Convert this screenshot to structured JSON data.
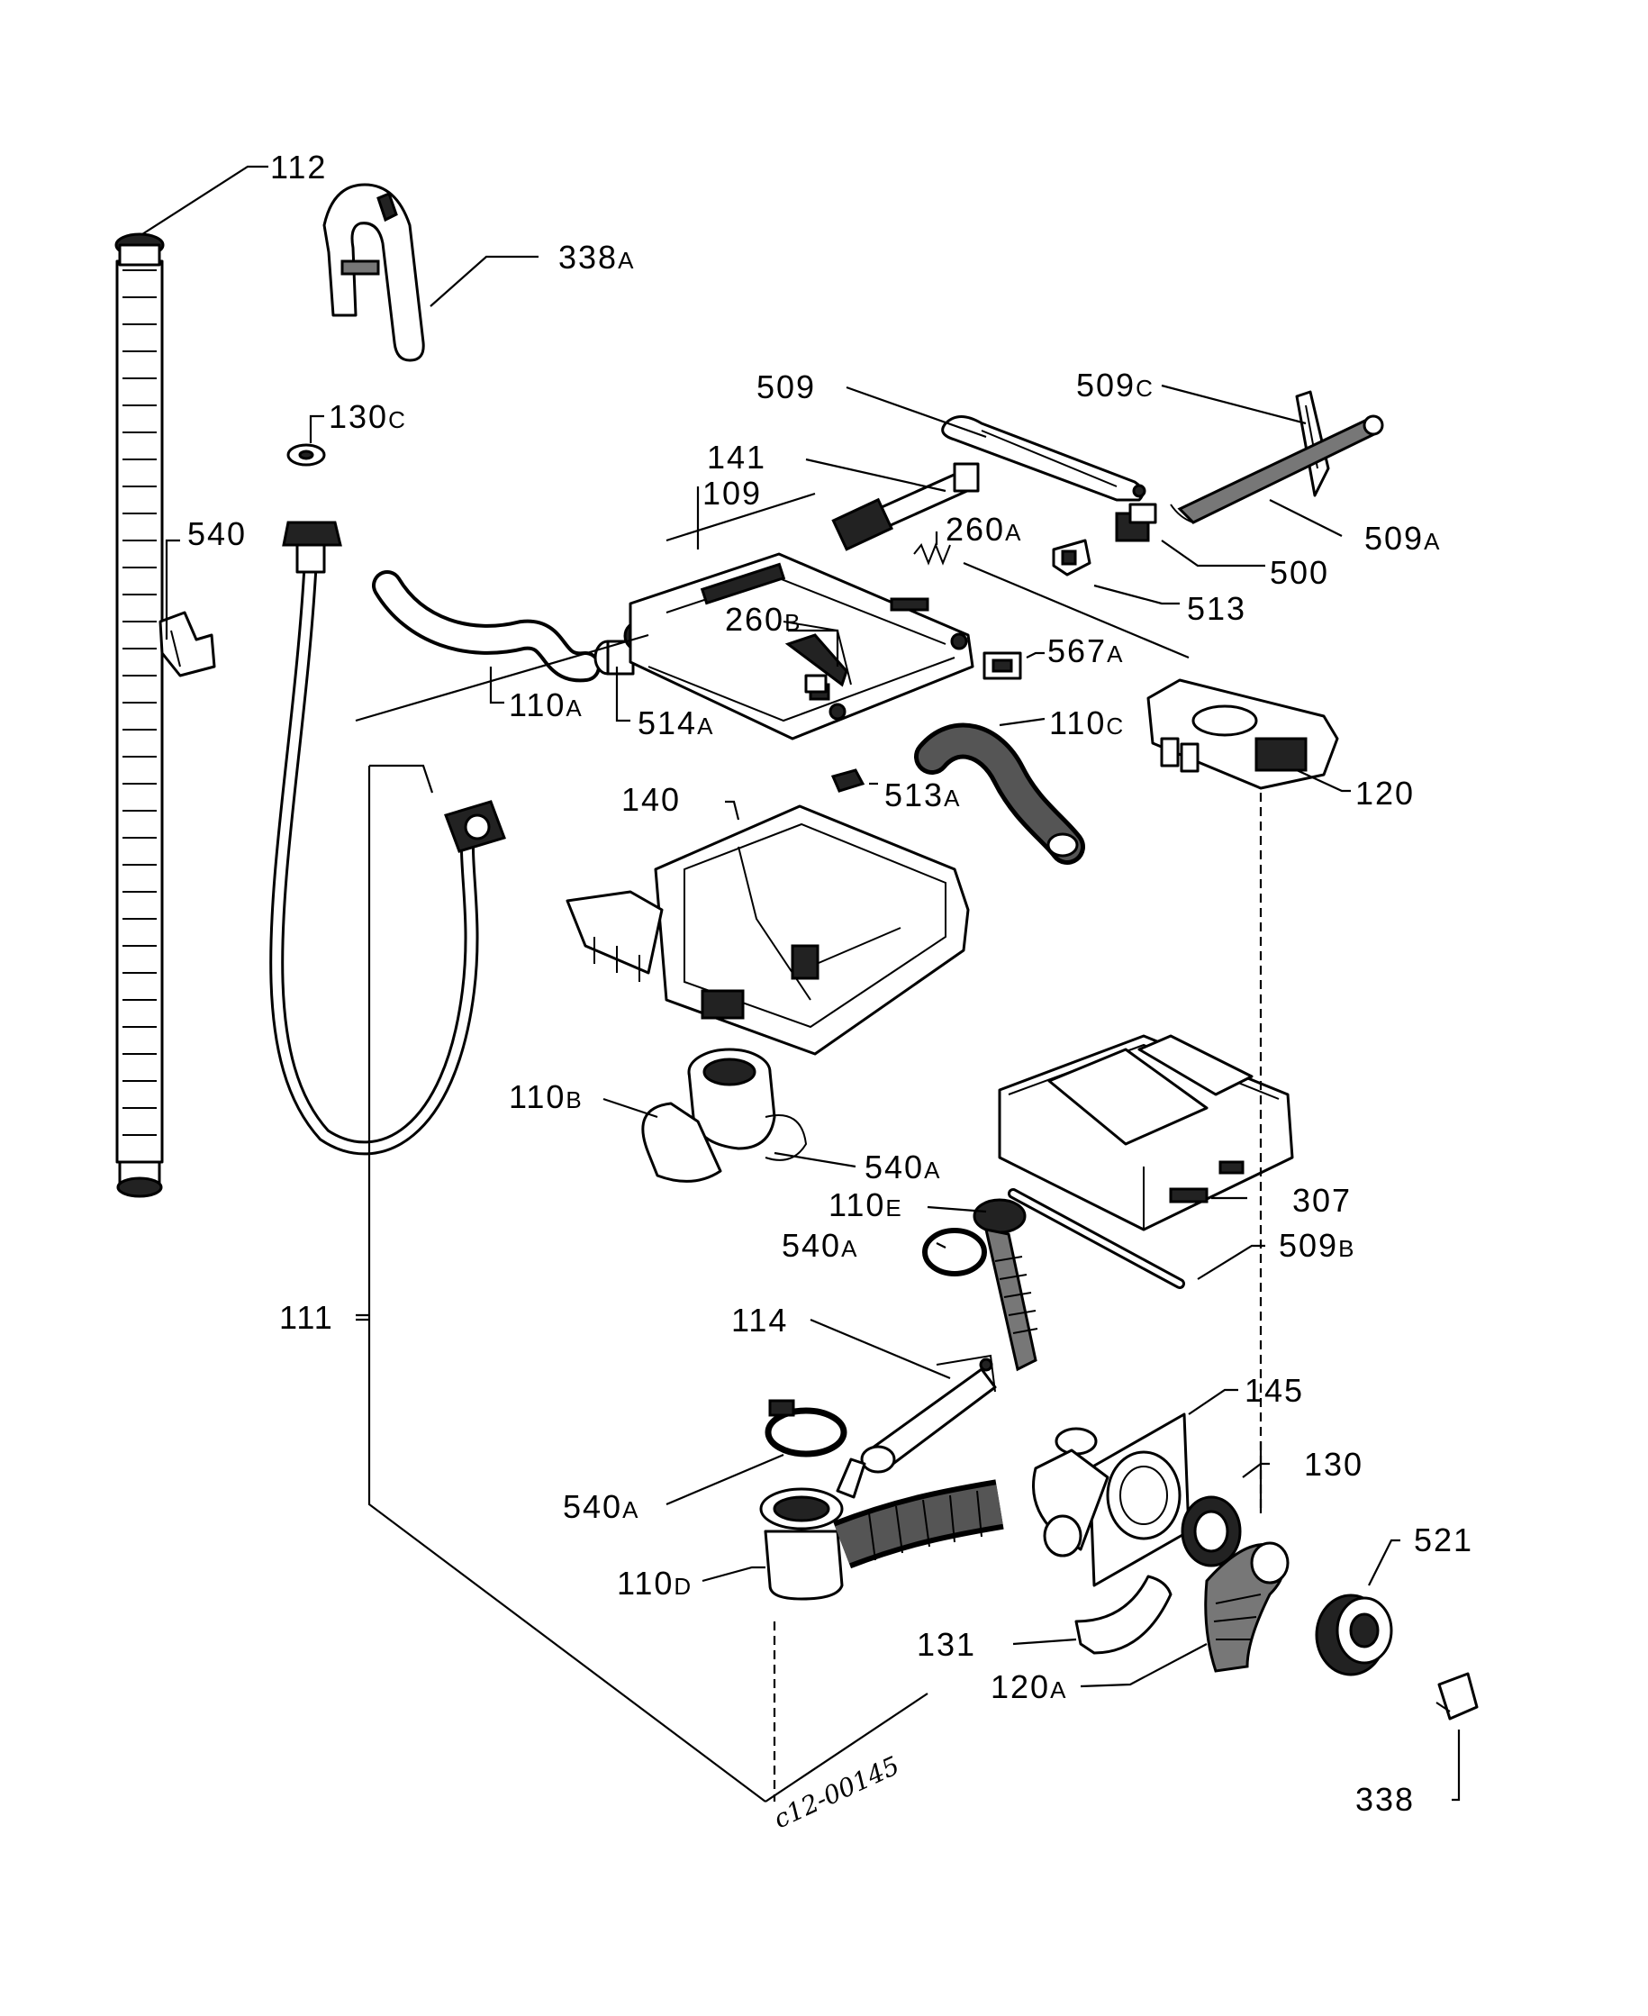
{
  "diagram_code": "c12-00145",
  "callouts": [
    {
      "id": "112",
      "main": "112",
      "suffix": ""
    },
    {
      "id": "338A",
      "main": "338",
      "suffix": "A"
    },
    {
      "id": "130C",
      "main": "130",
      "suffix": "C"
    },
    {
      "id": "540",
      "main": "540",
      "suffix": ""
    },
    {
      "id": "509",
      "main": "509",
      "suffix": ""
    },
    {
      "id": "509C",
      "main": "509",
      "suffix": "C"
    },
    {
      "id": "141",
      "main": "141",
      "suffix": ""
    },
    {
      "id": "109",
      "main": "109",
      "suffix": ""
    },
    {
      "id": "260A",
      "main": "260",
      "suffix": "A"
    },
    {
      "id": "509A",
      "main": "509",
      "suffix": "A"
    },
    {
      "id": "500",
      "main": "500",
      "suffix": ""
    },
    {
      "id": "513",
      "main": "513",
      "suffix": ""
    },
    {
      "id": "260B",
      "main": "260",
      "suffix": "B"
    },
    {
      "id": "567A",
      "main": "567",
      "suffix": "A"
    },
    {
      "id": "110A",
      "main": "110",
      "suffix": "A"
    },
    {
      "id": "514A",
      "main": "514",
      "suffix": "A"
    },
    {
      "id": "110C",
      "main": "110",
      "suffix": "C"
    },
    {
      "id": "120",
      "main": "120",
      "suffix": ""
    },
    {
      "id": "140",
      "main": "140",
      "suffix": ""
    },
    {
      "id": "513A",
      "main": "513",
      "suffix": "A"
    },
    {
      "id": "110B",
      "main": "110",
      "suffix": "B"
    },
    {
      "id": "540A-1",
      "main": "540",
      "suffix": "A"
    },
    {
      "id": "307",
      "main": "307",
      "suffix": ""
    },
    {
      "id": "110E",
      "main": "110",
      "suffix": "E"
    },
    {
      "id": "540A-2",
      "main": "540",
      "suffix": "A"
    },
    {
      "id": "509B",
      "main": "509",
      "suffix": "B"
    },
    {
      "id": "111",
      "main": "111",
      "suffix": ""
    },
    {
      "id": "114",
      "main": "114",
      "suffix": ""
    },
    {
      "id": "145",
      "main": "145",
      "suffix": ""
    },
    {
      "id": "130",
      "main": "130",
      "suffix": ""
    },
    {
      "id": "540A-3",
      "main": "540",
      "suffix": "A"
    },
    {
      "id": "110D",
      "main": "110",
      "suffix": "D"
    },
    {
      "id": "521",
      "main": "521",
      "suffix": ""
    },
    {
      "id": "131",
      "main": "131",
      "suffix": ""
    },
    {
      "id": "120A",
      "main": "120",
      "suffix": "A"
    },
    {
      "id": "338",
      "main": "338",
      "suffix": ""
    }
  ]
}
